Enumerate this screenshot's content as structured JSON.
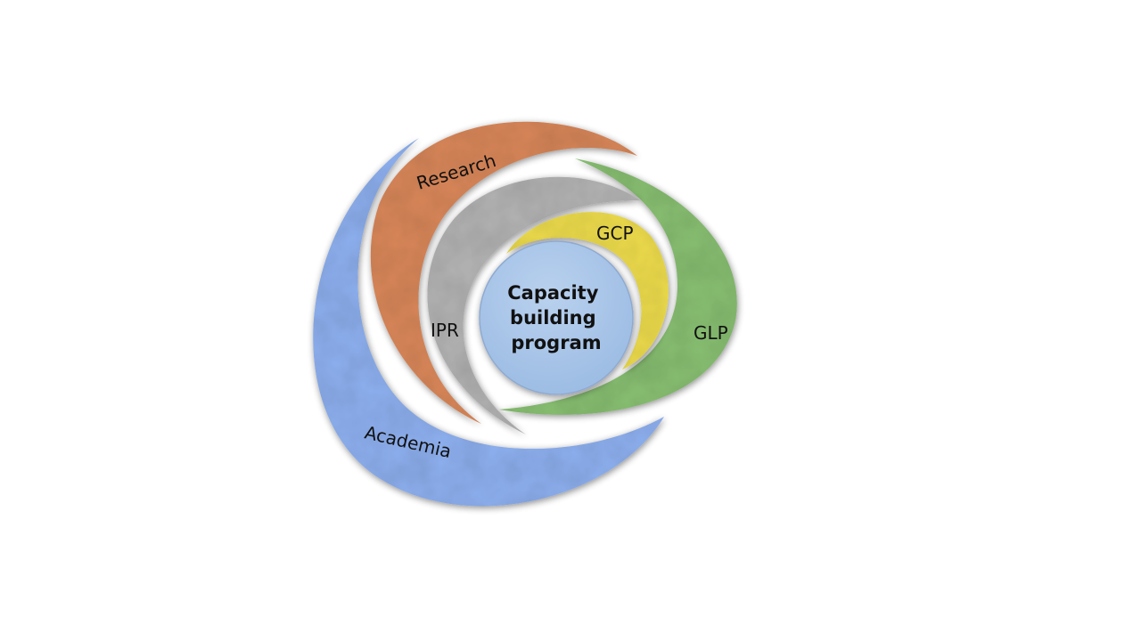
{
  "diagram": {
    "center": {
      "line1": "Capacity",
      "line2": "building",
      "line3": "program",
      "color": "#a9c4e6"
    },
    "crescents": {
      "academia": {
        "label": "Academia",
        "color": "#8eb0ef"
      },
      "research": {
        "label": "Research",
        "color": "#d9875a"
      },
      "glp": {
        "label": "GLP",
        "color": "#88bf72"
      },
      "ipr": {
        "label": "IPR",
        "color": "#b4b4b4"
      },
      "gcp": {
        "label": "GCP",
        "color": "#eddc4e"
      }
    }
  }
}
